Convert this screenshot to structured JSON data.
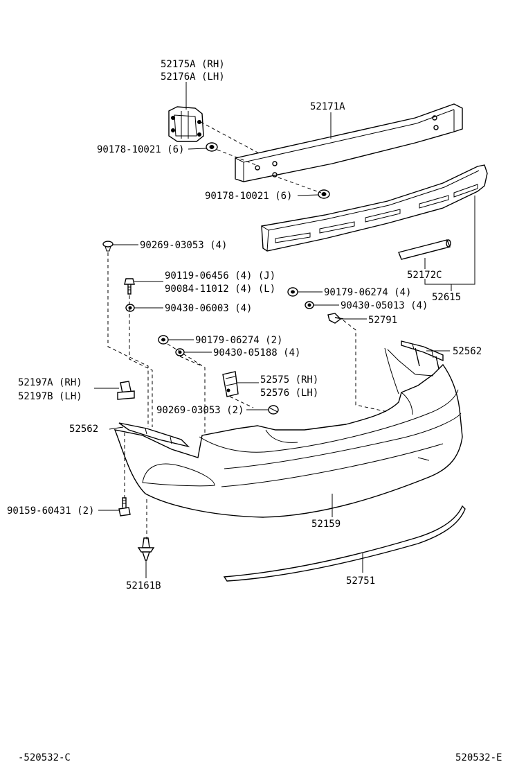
{
  "labels": {
    "l_52175A": "52175A (RH)",
    "l_52176A": "52176A (LH)",
    "l_52171A": "52171A",
    "l_90178a": "90178-10021 (6)",
    "l_90178b": "90178-10021 (6)",
    "l_90269a": "90269-03053 (4)",
    "l_52172C": "52172C",
    "l_52615": "52615",
    "l_90119": "90119-06456 (4)  (J)",
    "l_90084": "90084-11012 (4)  (L)",
    "l_90430a": "90430-06003 (4)",
    "l_90179a": "90179-06274 (4)",
    "l_90430b": "90430-05013 (4)",
    "l_52791": "52791",
    "l_90179b": "90179-06274 (2)",
    "l_90430c": "90430-05188 (4)",
    "l_52562r": "52562",
    "l_52575": "52575 (RH)",
    "l_52576": "52576 (LH)",
    "l_52197A": "52197A (RH)",
    "l_52197B": "52197B (LH)",
    "l_90269b": "90269-03053 (2)",
    "l_52562l": "52562",
    "l_90159": "90159-60431 (2)",
    "l_52159": "52159",
    "l_52161B": "52161B",
    "l_52751": "52751"
  },
  "footer": {
    "left_code": "-520532-C",
    "right_code": "520532-E"
  },
  "parts": [
    "bracket-52175A",
    "reinforcement-52171A",
    "nut-90178-a",
    "nut-90178-b",
    "clip-90269-a",
    "absorber-52615",
    "spacer-52172C",
    "bolt-90119",
    "washer-90430-a",
    "nut-90179-a",
    "washer-90430-b",
    "screw-52791",
    "nut-90179-b",
    "washer-90430-c",
    "retainer-52562-right",
    "bracket-52575",
    "retainer-52197A",
    "clip-90269-b",
    "retainer-52562-left",
    "screw-90159",
    "bumper-cover-52159",
    "fastener-52161B",
    "moulding-52751"
  ]
}
